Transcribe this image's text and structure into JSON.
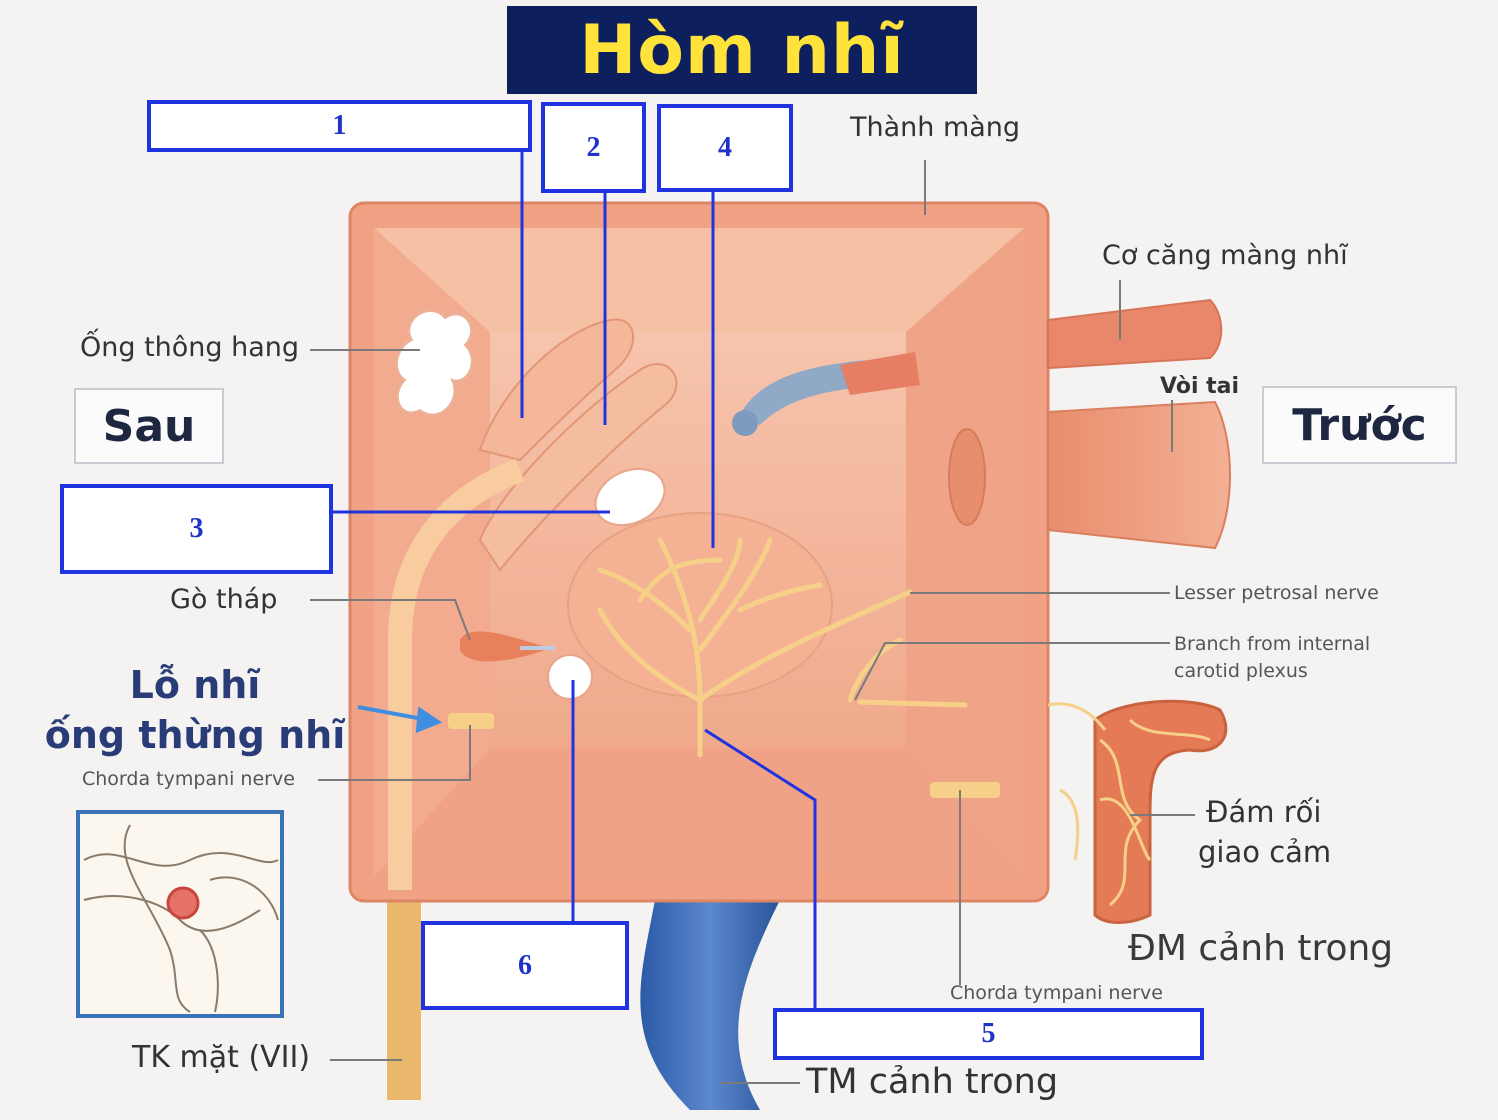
{
  "title": "Hòm nhĩ",
  "numbered_boxes": [
    "1",
    "2",
    "3",
    "4",
    "5",
    "6"
  ],
  "direction_labels": {
    "posterior": "Sau",
    "anterior": "Trước"
  },
  "labels": {
    "thanh_mang": "Thành màng",
    "co_cang_mang_nhi": "Cơ căng màng nhĩ",
    "voi_tai": "Vòi tai",
    "ong_thong_hang": "Ống thông hang",
    "go_thap": "Gò tháp",
    "lo_nhi_line1": "Lỗ nhĩ",
    "lo_nhi_line2": "ống thừng nhĩ",
    "chorda_left": "Chorda tympani nerve",
    "chorda_right": "Chorda tympani nerve",
    "lesser_petrosal": "Lesser petrosal nerve",
    "branch_line1": "Branch from internal",
    "branch_line2": "carotid plexus",
    "dam_roi_line1": "Đám rối",
    "dam_roi_line2": "giao cảm",
    "dm_canh_trong": "ĐM cảnh trong",
    "tk_mat": "TK mặt (VII)",
    "tm_canh_trong": "TM cảnh trong"
  },
  "colors": {
    "title_bg": "#0d1f5c",
    "title_text": "#ffe23a",
    "box_border": "#1f33e0",
    "box_text": "#1f33c8",
    "tissue": "#f2a98a",
    "vein": "#3f6db5",
    "nerve": "#f4cf86"
  }
}
